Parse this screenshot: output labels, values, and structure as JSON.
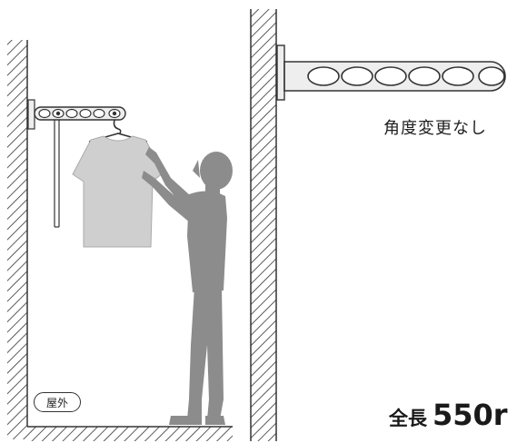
{
  "labels": {
    "angle_note": "角度変更なし",
    "total_length_label": "全長",
    "total_length_value": "550r",
    "location_badge": "屋外"
  },
  "colors": {
    "line": "#333333",
    "silhouette": "#8c8c8c",
    "shirt": "#cfcfcf",
    "bracket": "#eeeeee"
  }
}
